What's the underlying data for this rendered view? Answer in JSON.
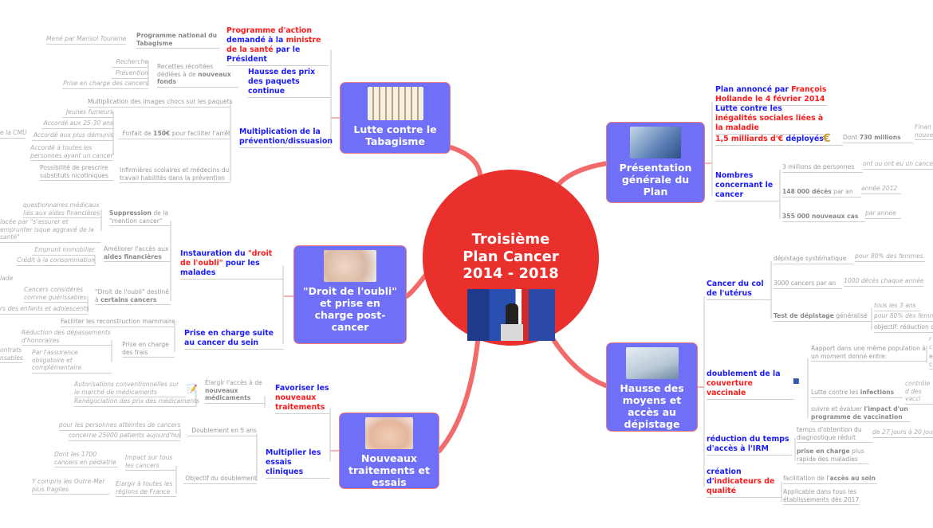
{
  "center": {
    "line1": "Troisième",
    "line2": "Plan Cancer",
    "line3": "2014 - 2018"
  },
  "tabac": {
    "title": "Lutte contre le Tabagisme",
    "programme": {
      "a": "Programme d'action",
      "b": "demandé à la",
      "c": "ministre de la santé",
      "d": "par le Président"
    },
    "programme_national": "Programme national du Tabagisme",
    "mene_par": "Mené par Marisol Touraine",
    "hausse_prix": "Hausse des prix des paquets continue",
    "recettes_a": "Recettes récoltées dédiées à de ",
    "recettes_b": "nouveaux fonds",
    "recherche": "Recherche",
    "prevention": "Prévention",
    "prise_charge": "Prise en charge des cancers",
    "multiplication": "Multiplication de la prévention/dissuasion",
    "images_chocs": "Multiplication des images chocs sur les paquets",
    "jeunes": "Jeunes fumeurs",
    "age": "Accordé aux 25-30 ans",
    "cmu": "e la CMU",
    "demunis": "Accordé aux plus démunis",
    "toutes": "Accordé à toutes les personnes ayant un cancer",
    "forfait_a": "Forfait de ",
    "forfait_b": "150€",
    "forfait_c": " pour faciliter l'arrêt",
    "substituts": "Possibilité de prescrire substituts nicotiniques",
    "infirmieres": "Infirmières scolaires et médecins du travail habilités dans la prévention"
  },
  "oubli": {
    "title": "\"Droit de l'oubli\" et prise en charge post-cancer",
    "instauration": {
      "a": "Instauration du ",
      "b": "\"droit de l'oubli\"",
      "c": " pour les malades"
    },
    "suppression_a": "Suppression",
    "suppression_b": " de la \"mention cancer\"",
    "questionnaires": "questionnaires médicaux liés aux aides financières",
    "remplacee": "lacée par \"s'assurer et emprunter isque aggravé de la santé\"",
    "ameliorer_a": "Améliorer l'accès aux ",
    "ameliorer_b": "aides financières",
    "emprunt": "Emprunt immobilier",
    "credit": "Crédit à la consommation",
    "lade": "lade",
    "guerissables": "Cancers considérés comme guérissables",
    "destine_a": "\"Droit de l'oubli\" destiné à ",
    "destine_b": "certains cancers",
    "enfants": "rs des enfants et adolescents",
    "prise_sein": "Prise en charge suite au cancer du sein",
    "reconstruction": "Faciliter les reconstruction mammaire",
    "depassements": "Réduction des dépassements d'honoraires",
    "frais": "Prise en charge des frais",
    "contrats": "ontrats nsables",
    "assurance": "Par l'assurance obligatoire et complémentaire"
  },
  "nouveaux": {
    "title": "Nouveaux traitements et essais cliniques",
    "favoriser": {
      "a": "Favoriser les ",
      "b": "nouveaux traitements"
    },
    "elargir_a": "Élargir l'accès à de ",
    "elargir_b": "nouveaux médicaments",
    "autorisations": "Autorisations conventionnelles sur le marché de médicaments",
    "renegociation": "Renégociation des prix des médicaments",
    "multiplier": "Multiplier les essais cliniques",
    "doublement": "Doublement en 5 ans",
    "personnes": "pour les personnes atteintes de cancers",
    "patients": "concerne 25000 patients aujourd'hui",
    "pediatrie": "Dont les 1700 cancers en pédiatrie",
    "impact": "Impact sur tous les cancers",
    "objectif": "Objectif du doublement",
    "outremer": "Y compris les Outre-Mer plus fragiles",
    "regions": "Élargir à toutes les régions de France"
  },
  "presentation": {
    "title": "Présentation générale du Plan",
    "annonce": {
      "a": "Plan annoncé par ",
      "b": "François Hollande le 4  février 2014"
    },
    "inegalites": {
      "a": "Lutte contre les ",
      "b": "inégalités sociales liées à la maladie"
    },
    "milliards": {
      "a": "1,5 milliards d'€ ",
      "b": "déployés"
    },
    "dont_a": "Dont ",
    "dont_b": "730 millions",
    "finan": "Finan nouve",
    "nombres": "Nombres concernant le cancer",
    "millions": "3 millions de personnes",
    "ont_eu": "ont ou ont eu un cancer",
    "deces_a": "148 000 décès",
    "deces_b": " par an",
    "annee2012": "année 2012",
    "nouveaux_cas": "355 000 nouveaux cas",
    "par_annee": "par année"
  },
  "hausse": {
    "title": "Hausse des moyens et accès au dépistage",
    "col": "Cancer du col de l'utérus",
    "systematique": "dépistage systématique",
    "femmes80": "pour 80% des femmes",
    "cancers3000": "3000 cancers par an",
    "deces1000": "1000 décès chaque année",
    "test_a": "Test de dépistage",
    "test_b": " généralisé",
    "trois_ans": "tous les 3 ans",
    "femm80": "pour 80% des femm",
    "objectif_red": "objectif: réduction c",
    "vaccinale": {
      "a": "doublement de la ",
      "b": "couverture vaccinale"
    },
    "rapport": "Rapport dans une même population à un moment donné entre:",
    "rc": "r c",
    "ec": "e c",
    "infections_a": "Lutte contre les ",
    "infections_b": "infections",
    "controle": "contrôle d des vacci",
    "suivre_a": "suivre et évaluer ",
    "suivre_b": "l'impact d'un programme de vaccination",
    "irm": "réduction du temps d'accès à l'IRM",
    "diagnostic": "temps d'obtention du diagnostique réduit",
    "jours": "de 27 jours à 20 jou",
    "rapide_a": "prise en charge",
    "rapide_b": " plus rapide des maladies",
    "indicateurs": {
      "a": "création d'",
      "b": "indicateurs de qualité"
    },
    "acces_a": "facilitation de l'",
    "acces_b": "accès au soin",
    "applicable": "Applicable dans tous les établissements dès 2017"
  },
  "colors": {
    "box": "#6f6ff7",
    "center": "#ea302c",
    "blue": "#1a1aff",
    "red": "#ff1a1a",
    "branch": "#f26a6a"
  }
}
